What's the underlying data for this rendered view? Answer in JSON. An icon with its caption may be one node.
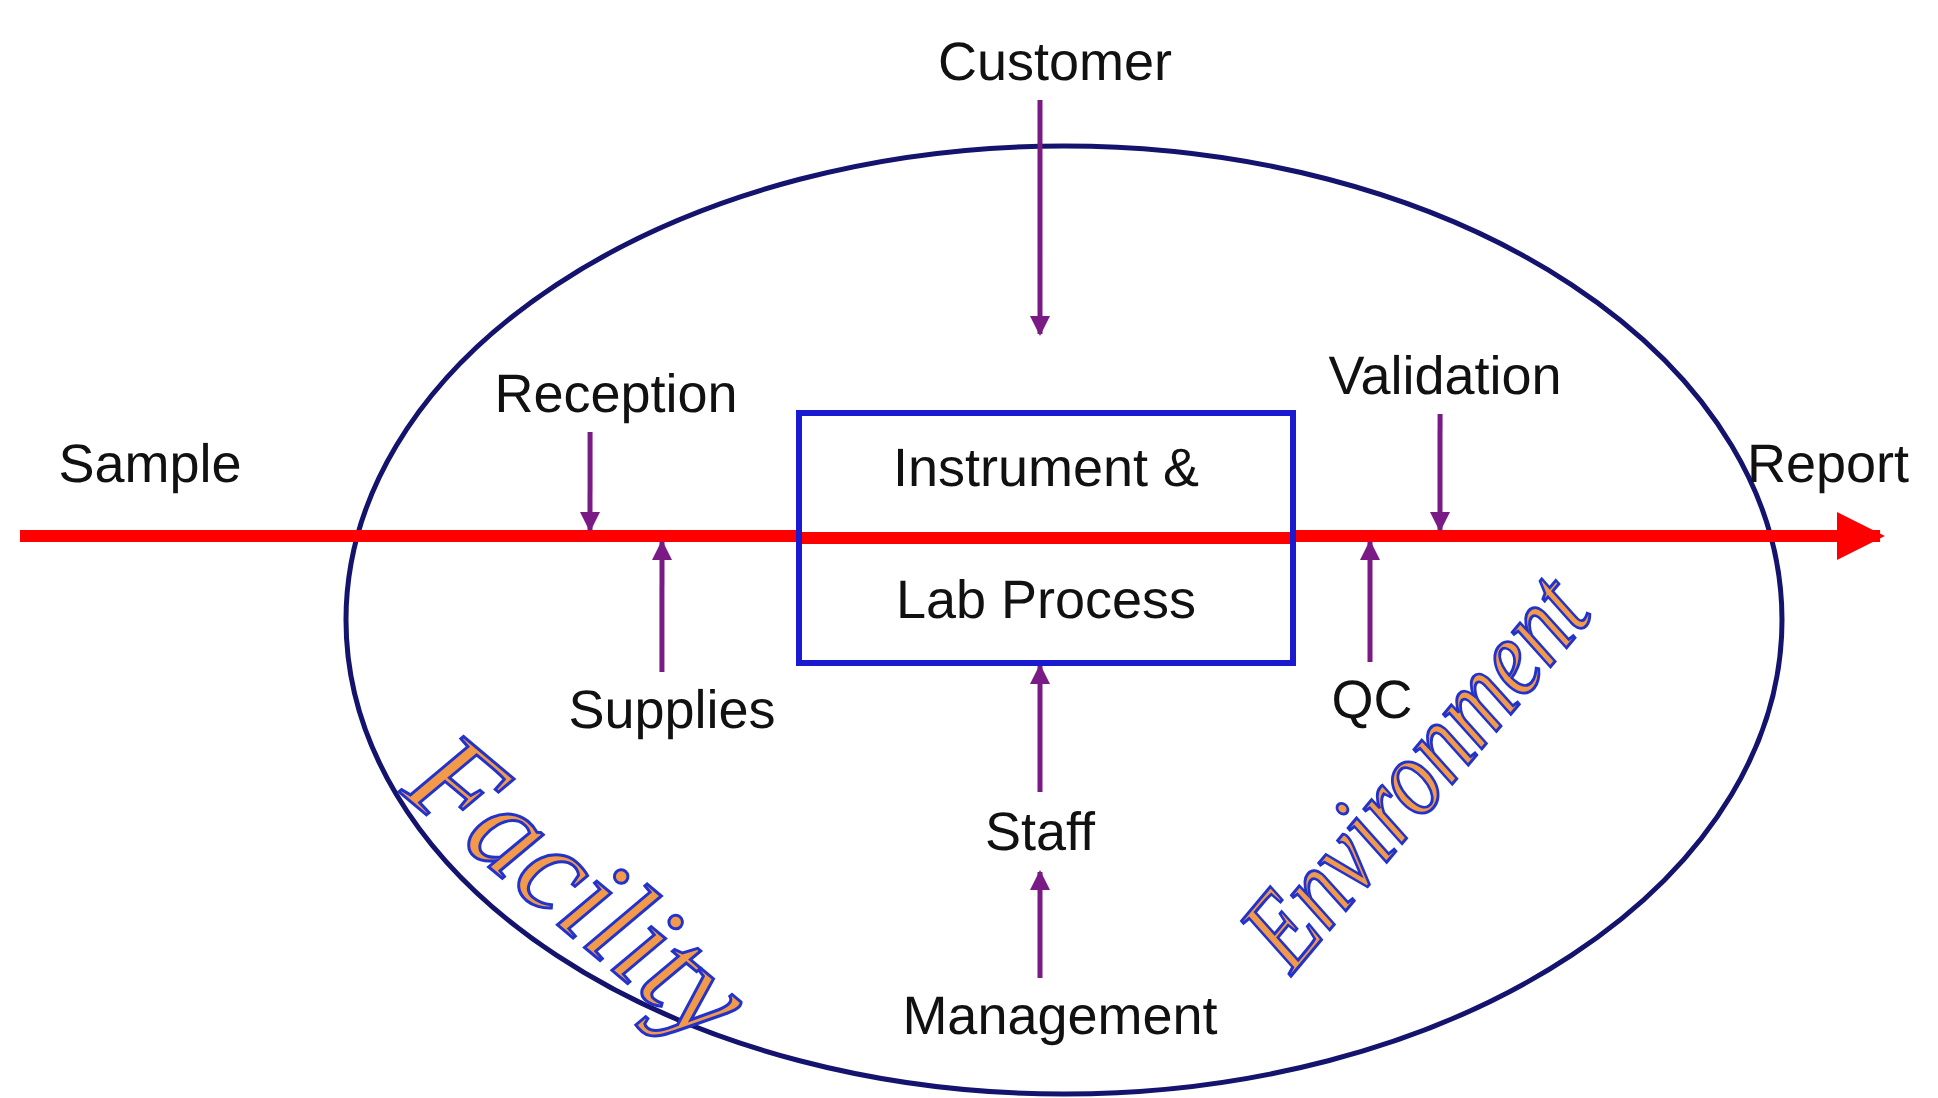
{
  "diagram": {
    "nodes": [
      {
        "text": [
          "Facility",
          "Environment"
        ]
      },
      {
        "text": [
          "Customer"
        ]
      },
      {
        "text": [
          "Sample"
        ]
      },
      {
        "text": [
          "Reception"
        ],
        "in": 0
      },
      {
        "text": [
          "Instrument &",
          "Lab Process"
        ],
        "in": 0
      },
      {
        "text": [
          "Validation"
        ],
        "in": 0
      },
      {
        "text": [
          "Report"
        ]
      },
      {
        "text": [
          "Supplies"
        ],
        "in": 0
      },
      {
        "text": [
          "QC"
        ],
        "in": 0
      },
      {
        "text": [
          "Staff"
        ],
        "in": 0
      },
      {
        "text": [
          "Management"
        ],
        "in": 0
      }
    ],
    "edges": [
      {
        "from": 2,
        "to": 4,
        "arrow": "none",
        "style": "thick",
        "color": "#ff0000"
      },
      {
        "from": 4,
        "to": 6,
        "arrow": "to",
        "style": "thick",
        "color": "#ff0000"
      },
      {
        "from": 1,
        "to": null,
        "arrow": "to"
      },
      {
        "from": 3,
        "to": null,
        "arrow": "to"
      },
      {
        "from": 7,
        "to": null,
        "arrow": "to"
      },
      {
        "from": 5,
        "to": null,
        "arrow": "to"
      },
      {
        "from": 8,
        "to": null,
        "arrow": "to"
      },
      {
        "from": 9,
        "to": 4,
        "arrow": "to"
      },
      {
        "from": 10,
        "to": 9,
        "arrow": "to"
      }
    ]
  }
}
